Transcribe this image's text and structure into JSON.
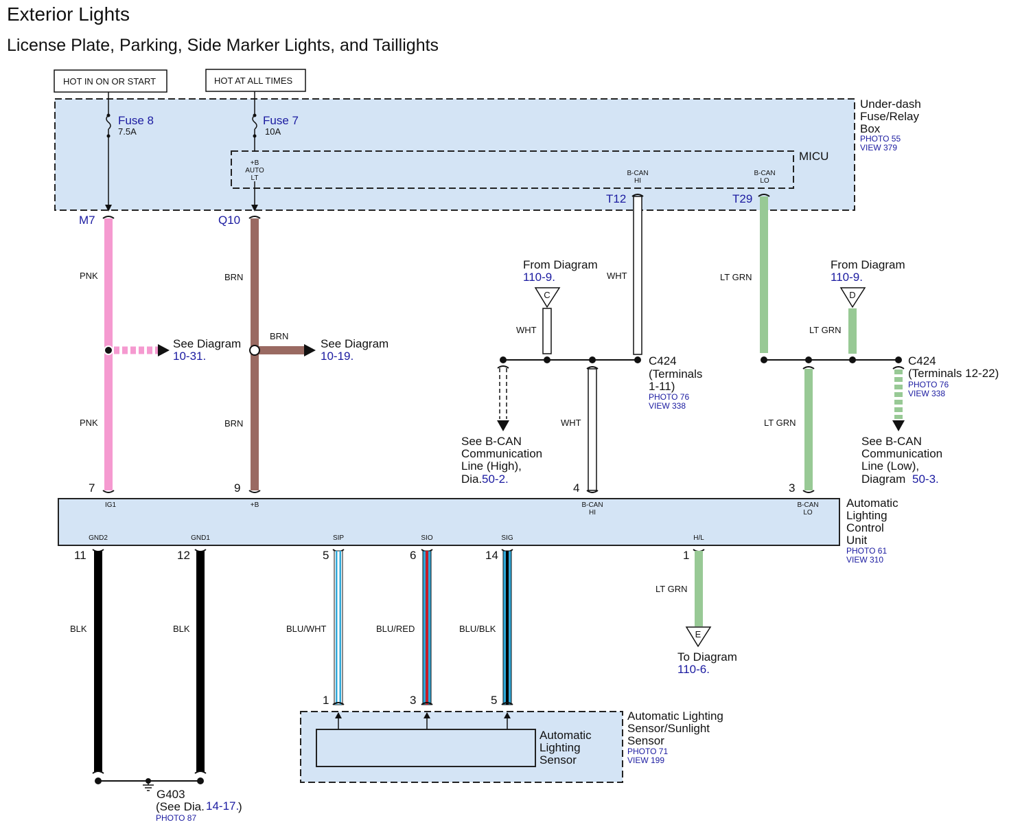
{
  "title": "Exterior Lights",
  "subtitle": "License Plate, Parking, Side Marker Lights, and Taillights",
  "power": {
    "hot_on_start": "HOT IN ON OR START",
    "hot_all_times": "HOT AT ALL TIMES"
  },
  "fuse_box": {
    "name": "Under-dash Fuse/Relay Box",
    "name_lines": [
      "Under-dash",
      "Fuse/Relay",
      "Box"
    ],
    "photo": "PHOTO 55",
    "view": "VIEW 379",
    "fuse8": {
      "name": "Fuse 8",
      "rating": "7.5A"
    },
    "fuse7": {
      "name": "Fuse 7",
      "rating": "10A"
    }
  },
  "micu": {
    "name": "MICU",
    "pin_b_auto_lt": [
      "+B",
      "AUTO",
      "LT"
    ],
    "pin_bcan_hi": [
      "B-CAN",
      "HI"
    ],
    "pin_bcan_lo": [
      "B-CAN",
      "LO"
    ]
  },
  "terminals": {
    "m7": "M7",
    "q10": "Q10",
    "t12": "T12",
    "t29": "T29"
  },
  "wires": {
    "pnk": "PNK",
    "brn": "BRN",
    "wht": "WHT",
    "lt_grn": "LT GRN",
    "blk": "BLK",
    "blu_wht": "BLU/WHT",
    "blu_red": "BLU/RED",
    "blu_blk": "BLU/BLK"
  },
  "refs": {
    "see_diagram": "See Diagram",
    "diag_10_31": "10-31.",
    "diag_10_19": "10-19.",
    "from_diagram": "From Diagram",
    "diag_110_9": "110-9.",
    "conn_c": "C",
    "conn_d": "D",
    "conn_e": "E",
    "to_diagram": "To Diagram",
    "diag_110_6": "110-6.",
    "bcan_high_lines": [
      "See B-CAN",
      "Communication",
      "Line (High),"
    ],
    "bcan_high_dia": "Dia.",
    "diag_50_2": "50-2.",
    "bcan_low_lines": [
      "See B-CAN",
      "Communication",
      "Line (Low),"
    ],
    "bcan_low_dia": "Diagram",
    "diag_50_3": "50-3."
  },
  "c424_a": {
    "name": "C424",
    "lines": [
      "(Terminals",
      "1-11)"
    ],
    "photo": "PHOTO 76",
    "view": "VIEW 338"
  },
  "c424_b": {
    "name": "C424",
    "lines": [
      "(Terminals 12-22)"
    ],
    "photo": "PHOTO 76",
    "view": "VIEW 338"
  },
  "alcu": {
    "name_lines": [
      "Automatic",
      "Lighting",
      "Control",
      "Unit"
    ],
    "photo": "PHOTO 61",
    "view": "VIEW 310",
    "pins": {
      "ig1": "IG1",
      "b": "+B",
      "bcan_hi": [
        "B-CAN",
        "HI"
      ],
      "bcan_lo": [
        "B-CAN",
        "LO"
      ],
      "gnd2": "GND2",
      "gnd1": "GND1",
      "sip": "SIP",
      "sio": "SIO",
      "sig": "SIG",
      "hl": "H/L"
    },
    "pin_numbers": {
      "p7": "7",
      "p9": "9",
      "p4": "4",
      "p3": "3",
      "p11": "11",
      "p12": "12",
      "p5": "5",
      "p6": "6",
      "p14": "14",
      "p1": "1"
    }
  },
  "sensor": {
    "outer_lines": [
      "Automatic Lighting",
      "Sensor/Sunlight",
      "Sensor"
    ],
    "photo": "PHOTO 71",
    "view": "VIEW 199",
    "inner_lines": [
      "Automatic",
      "Lighting",
      "Sensor"
    ],
    "pin_numbers": {
      "p1": "1",
      "p3": "3",
      "p5": "5"
    }
  },
  "ground": {
    "name": "G403",
    "see_dia": "(See Dia.",
    "ref": "14-17.",
    "close": ")",
    "photo": "PHOTO 87"
  },
  "colors": {
    "box_fill": "#d4e4f5",
    "pnk": "#f59ad0",
    "brn": "#9a6a62",
    "lt_grn": "#98c995",
    "blk": "#000000",
    "blu": "#2fa8d8",
    "red": "#c41e2a",
    "ref_blue": "#1a1aa0"
  }
}
